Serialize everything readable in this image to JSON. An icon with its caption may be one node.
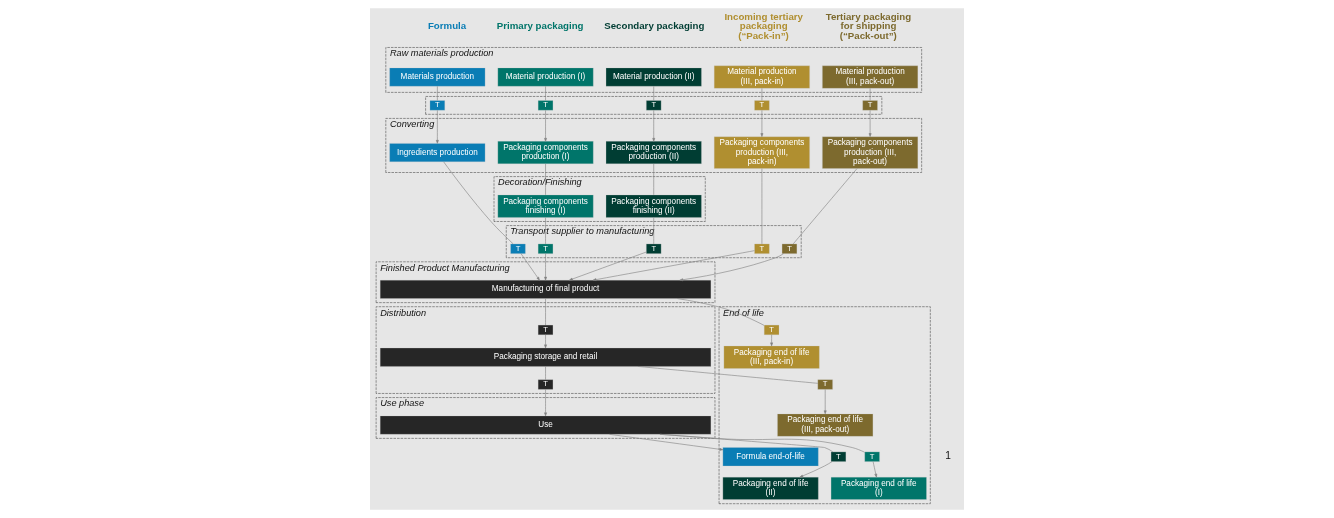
{
  "diagram": {
    "nodes": [
      {
        "text": [
          "Raw materials production"
        ]
      },
      {
        "text": [
          "Materials production"
        ],
        "in": 0
      },
      {
        "text": [
          "Material production (I)"
        ],
        "in": 0
      },
      {
        "text": [
          "Material production (II)"
        ],
        "in": 0
      },
      {
        "text": [
          "Material production (III, pack-in)"
        ],
        "in": 0
      },
      {
        "text": [
          "Material production (III, pack-out)"
        ],
        "in": 0
      },
      {
        "text": [],
        "shape": "box"
      },
      {
        "text": [
          "T"
        ],
        "in": 6
      },
      {
        "text": [
          "T"
        ],
        "in": 6
      },
      {
        "text": [
          "T"
        ],
        "in": 6
      },
      {
        "text": [
          "T"
        ],
        "in": 6
      },
      {
        "text": [
          "T"
        ],
        "in": 6
      },
      {
        "text": [
          "Converting"
        ]
      },
      {
        "text": [
          "Ingredients production"
        ],
        "in": 12
      },
      {
        "text": [
          "Packaging components production (I)"
        ],
        "in": 12
      },
      {
        "text": [
          "Packaging components production (II)"
        ],
        "in": 12
      },
      {
        "text": [
          "Packaging components production (III, pack-in)"
        ],
        "in": 12
      },
      {
        "text": [
          "Packaging components production (III, pack-out)"
        ],
        "in": 12
      },
      {
        "text": [
          "Decoration/Finishing"
        ]
      },
      {
        "text": [
          "Packaging components finishing (I)"
        ],
        "in": 18
      },
      {
        "text": [
          "Packaging components finishing (II)"
        ],
        "in": 18
      },
      {
        "text": [
          "Transport supplier to manufacturing"
        ]
      },
      {
        "text": [
          "T"
        ],
        "in": 21
      },
      {
        "text": [
          "T"
        ],
        "in": 21
      },
      {
        "text": [
          "T"
        ],
        "in": 21
      },
      {
        "text": [
          "T"
        ],
        "in": 21
      },
      {
        "text": [
          "T"
        ],
        "in": 21
      },
      {
        "text": [
          "Finished Product Manufacturing"
        ]
      },
      {
        "text": [
          "Manufacturing of final product"
        ],
        "in": 27
      },
      {
        "text": [
          "Distribution"
        ]
      },
      {
        "text": [
          "T"
        ],
        "in": 29
      },
      {
        "text": [
          "Packaging storage and retail"
        ],
        "in": 29
      },
      {
        "text": [
          "T"
        ],
        "in": 29
      },
      {
        "text": [
          "Use phase"
        ]
      },
      {
        "text": [
          "Use"
        ],
        "in": 33
      },
      {
        "text": [
          "End of life"
        ]
      },
      {
        "text": [
          "T"
        ],
        "in": 35
      },
      {
        "text": [
          "T"
        ],
        "in": 35
      },
      {
        "text": [
          "T"
        ],
        "in": 35
      },
      {
        "text": [
          "T"
        ],
        "in": 35
      },
      {
        "text": [
          "Formula end-of-life"
        ],
        "in": 35
      },
      {
        "text": [
          "Packaging end of life (I)"
        ],
        "in": 35
      },
      {
        "text": [
          "Packaging end of life (II)"
        ],
        "in": 35
      },
      {
        "text": [
          "Packaging end of life (III, pack-in)"
        ],
        "in": 35
      },
      {
        "text": [
          "Packaging end of life (III, pack-out)"
        ],
        "in": 35
      }
    ],
    "edges": [
      {
        "from": 1,
        "to": 7,
        "arrow": "none"
      },
      {
        "from": 7,
        "to": 13,
        "arrow": "to"
      },
      {
        "from": 2,
        "to": 8,
        "arrow": "none"
      },
      {
        "from": 8,
        "to": 14,
        "arrow": "to"
      },
      {
        "from": 3,
        "to": 9,
        "arrow": "none"
      },
      {
        "from": 9,
        "to": 15,
        "arrow": "to"
      },
      {
        "from": 4,
        "to": 10,
        "arrow": "none"
      },
      {
        "from": 10,
        "to": 16,
        "arrow": "to"
      },
      {
        "from": 5,
        "to": 11,
        "arrow": "none"
      },
      {
        "from": 11,
        "to": 17,
        "arrow": "to"
      },
      {
        "from": 13,
        "to": 22,
        "arrow": "none"
      },
      {
        "from": 14,
        "to": 19,
        "arrow": "none"
      },
      {
        "from": 19,
        "to": 23,
        "arrow": "none"
      },
      {
        "from": 15,
        "to": 20,
        "arrow": "none"
      },
      {
        "from": 20,
        "to": 24,
        "arrow": "none"
      },
      {
        "from": 16,
        "to": 25,
        "arrow": "none"
      },
      {
        "from": 17,
        "to": 26,
        "arrow": "none"
      },
      {
        "from": 22,
        "to": 28,
        "arrow": "to"
      },
      {
        "from": 23,
        "to": 28,
        "arrow": "to"
      },
      {
        "from": 24,
        "to": 28,
        "arrow": "to"
      },
      {
        "from": 25,
        "to": 28,
        "arrow": "to"
      },
      {
        "from": 26,
        "to": 28,
        "arrow": "to"
      },
      {
        "from": 28,
        "to": 30,
        "arrow": "none"
      },
      {
        "from": 30,
        "to": 31,
        "arrow": "to"
      },
      {
        "from": 31,
        "to": 32,
        "arrow": "none"
      },
      {
        "from": 32,
        "to": 34,
        "arrow": "to"
      },
      {
        "from": 34,
        "to": 40,
        "arrow": "to"
      },
      {
        "from": 34,
        "to": 36,
        "arrow": "none"
      },
      {
        "from": 36,
        "to": 41,
        "arrow": "to"
      },
      {
        "from": 34,
        "to": 37,
        "arrow": "none"
      },
      {
        "from": 37,
        "to": 42,
        "arrow": "to"
      },
      {
        "from": 28,
        "to": 38,
        "arrow": "none"
      },
      {
        "from": 38,
        "to": 43,
        "arrow": "to"
      },
      {
        "from": 31,
        "to": 39,
        "arrow": "none"
      },
      {
        "from": 39,
        "to": 44,
        "arrow": "to"
      }
    ],
    "labels": [
      "Formula",
      "Primary packaging",
      "Secondary packaging",
      "Incoming tertiary packaging (“Pack-in”)",
      "Tertiary packaging for shipping (“Pack-out”)",
      "1"
    ]
  }
}
